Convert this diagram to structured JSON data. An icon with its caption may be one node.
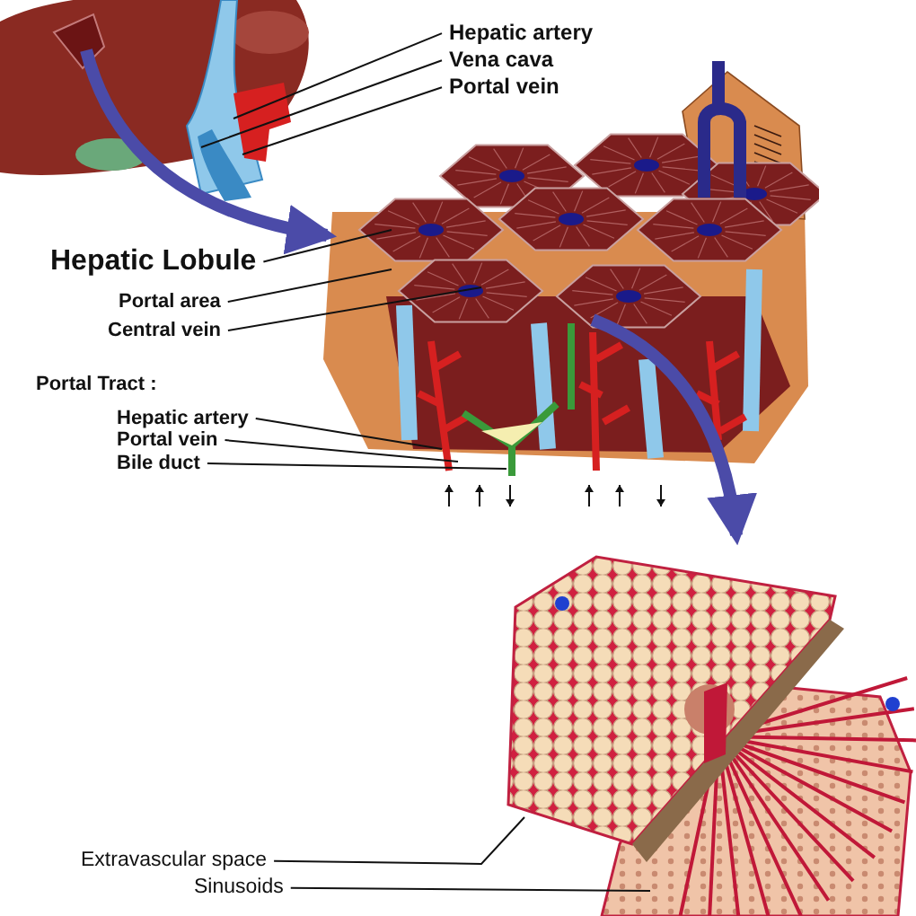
{
  "diagram": {
    "nodes": [
      {
        "text": [],
        "shape": "picture"
      },
      {
        "text": [
          "Hepatic artery"
        ]
      },
      {
        "text": [
          "Vena cava"
        ]
      },
      {
        "text": [
          "Portal vein"
        ]
      },
      {
        "text": [],
        "shape": "picture"
      },
      {
        "text": [
          "Hepatic Lobule"
        ]
      },
      {
        "text": [
          "Portal area"
        ]
      },
      {
        "text": [
          "Central vein"
        ]
      },
      {
        "text": [
          "Hepatic artery"
        ]
      },
      {
        "text": [
          "Portal vein"
        ]
      },
      {
        "text": [
          "Bile duct"
        ]
      },
      {
        "text": [],
        "shape": "picture"
      },
      {
        "text": [
          "Extravascular space"
        ]
      },
      {
        "text": [
          "Sinusoids"
        ]
      }
    ],
    "edges": [
      {
        "from": 0,
        "to": 4,
        "arrow": "to",
        "style": "thick",
        "color": "#4b4ba8"
      },
      {
        "from": 4,
        "to": 11,
        "arrow": "to",
        "style": "thick",
        "color": "#4b4ba8"
      },
      {
        "from": 1,
        "to": 0,
        "arrow": "none"
      },
      {
        "from": 2,
        "to": 0,
        "arrow": "none"
      },
      {
        "from": 3,
        "to": 0,
        "arrow": "none"
      },
      {
        "from": 5,
        "to": 4,
        "arrow": "none"
      },
      {
        "from": 6,
        "to": 4,
        "arrow": "none"
      },
      {
        "from": 7,
        "to": 4,
        "arrow": "none"
      },
      {
        "from": 8,
        "to": 4,
        "arrow": "none"
      },
      {
        "from": 9,
        "to": 4,
        "arrow": "none"
      },
      {
        "from": 10,
        "to": 4,
        "arrow": "none"
      },
      {
        "from": 12,
        "to": 11,
        "arrow": "none"
      },
      {
        "from": 13,
        "to": 11,
        "arrow": "none"
      }
    ],
    "labels": [
      "Portal Tract :"
    ]
  }
}
